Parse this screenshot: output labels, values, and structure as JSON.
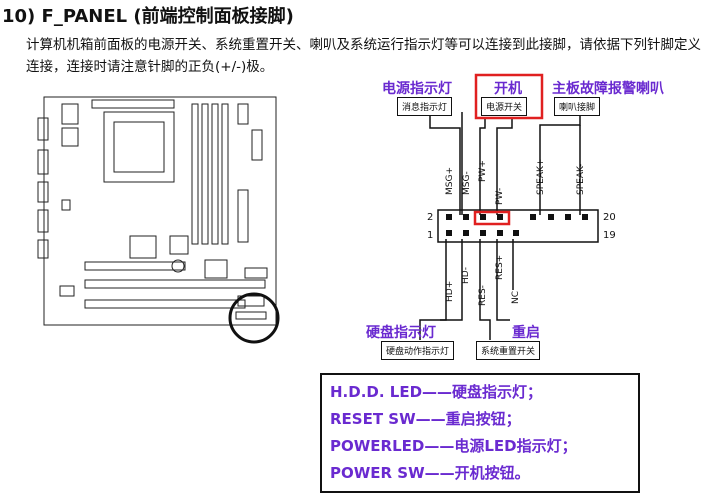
{
  "title": "10) F_PANEL (前端控制面板接脚)",
  "description": "计算机机箱前面板的电源开关、系统重置开关、喇叭及系统运行指示灯等可以连接到此接脚，请依据下列针脚定义连接，连接时请注意针脚的正负(+/-)极。",
  "top_groups": [
    {
      "purple": "电源指示灯",
      "box": "消息指示灯"
    },
    {
      "purple": "开机",
      "box": "电源开关"
    },
    {
      "purple": "主板故障报警喇叭",
      "box": "喇叭接脚"
    }
  ],
  "bottom_groups": [
    {
      "purple": "硬盘指示灯",
      "box": "硬盘动作指示灯"
    },
    {
      "purple": "重启",
      "box": "系统重置开关"
    }
  ],
  "top_pins": [
    "MSG+",
    "MSG-",
    "PW+",
    "PW-",
    "SPEAK+",
    "SPEAK-"
  ],
  "bottom_pins": [
    "HD+",
    "HD-",
    "RES-",
    "RES+",
    "NC"
  ],
  "pin_numbers": {
    "left_top": "2",
    "left_bottom": "1",
    "right_top": "20",
    "right_bottom": "19"
  },
  "legend": [
    "H.D.D. LED——硬盘指示灯；",
    "RESET SW——重启按钮；",
    "POWERLED——电源LED指示灯；",
    "POWER SW——开机按钮。"
  ]
}
